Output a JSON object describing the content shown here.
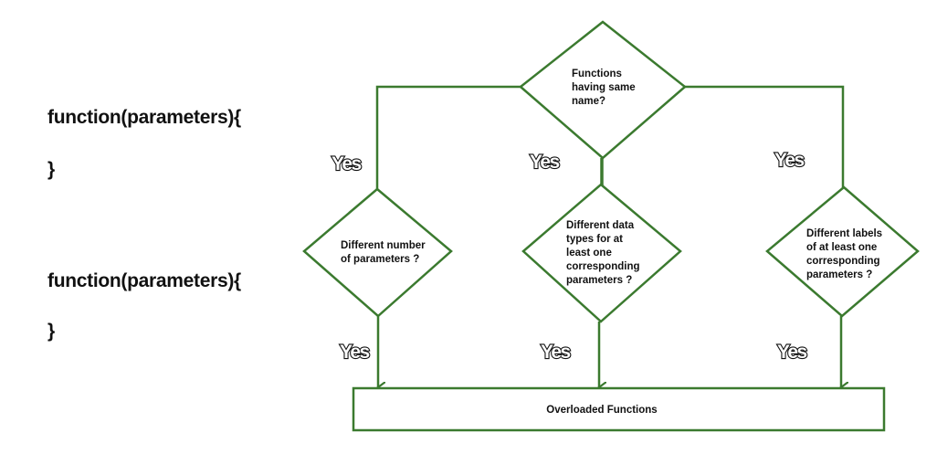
{
  "code_snippets": [
    {
      "open": "function(parameters){",
      "close": "}"
    },
    {
      "open": "function(parameters){",
      "close": "}"
    }
  ],
  "diagram": {
    "colors": {
      "stroke": "#3b7a2f",
      "text": "#111111",
      "label_fill": "#ffffff"
    },
    "root": {
      "lines": [
        "Functions",
        "having same",
        "name?"
      ]
    },
    "branches": [
      {
        "top_label": "Yes",
        "question_lines": [
          "Different number",
          "of parameters ?"
        ],
        "bottom_label": "Yes"
      },
      {
        "top_label": "Yes",
        "question_lines": [
          "Different data",
          "types for at",
          "least one",
          "corresponding",
          "parameters ?"
        ],
        "bottom_label": "Yes"
      },
      {
        "top_label": "Yes",
        "question_lines": [
          "Different labels",
          "of at least one",
          "corresponding",
          "parameters ?"
        ],
        "bottom_label": "Yes"
      }
    ],
    "result": {
      "label": "Overloaded Functions"
    }
  }
}
